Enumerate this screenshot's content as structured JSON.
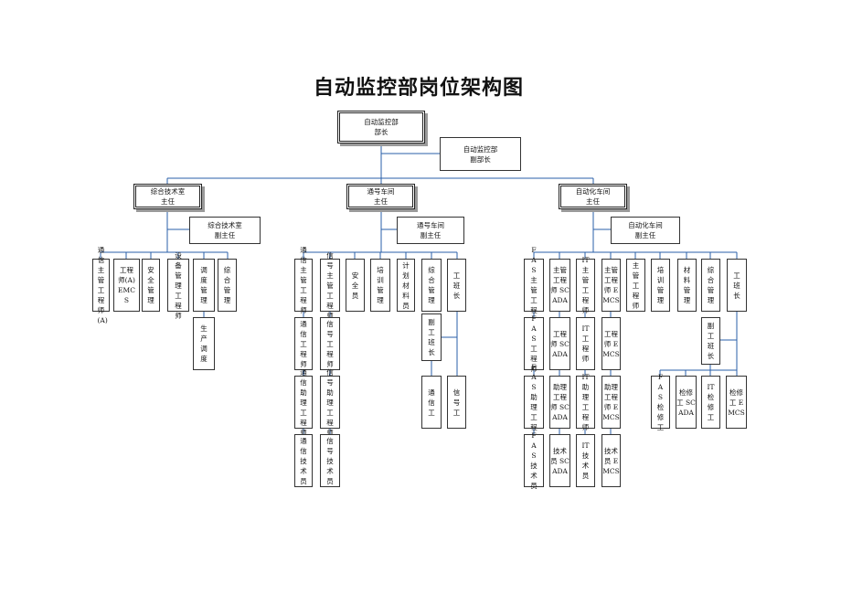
{
  "title": "自动监控部岗位架构图",
  "colors": {
    "line": "#2a5fa8",
    "border": "#333333",
    "shadow": "#9a9a9a"
  },
  "top": {
    "head": "自动监控部\n部长",
    "deputy": "自动监控部\n副部长"
  },
  "branches": {
    "tech": {
      "head": "综合技术室\n主任",
      "deputy": "综合技术室\n副主任"
    },
    "signal": {
      "head": "通号车间\n主任",
      "deputy": "通号车间\n副主任"
    },
    "auto": {
      "head": "自动化车间\n主任",
      "deputy": "自动化车间\n副主任"
    }
  },
  "tech_positions": [
    "通信主管工程师(A)",
    "工程 师(A) EMCS",
    "安全管理",
    "设备管理工程师",
    "调度管理",
    "综合管理"
  ],
  "tech_sub": [
    "生产调度"
  ],
  "signal_positions": [
    "通信主管工程师(B)",
    "信号主管工程师",
    "安全员",
    "培训管理",
    "计划材料员",
    "综合管理",
    "工班长"
  ],
  "signal_col1": [
    "通信工程师",
    "通信助理工程师",
    "通信技术员"
  ],
  "signal_col2": [
    "信号工程师",
    "信号助理工程师",
    "信号技术员"
  ],
  "signal_team": {
    "deputy_lead": "副工班长",
    "workers": [
      "通信工",
      "信号工"
    ]
  },
  "auto_positions": [
    "FAS主管工程师",
    "主管工程师 SCADA",
    "IT主管工程师",
    "主管工程师 EMCS",
    "主管工程师",
    "培训管理",
    "材料管理",
    "综合管理",
    "工班长"
  ],
  "auto_col_fas": [
    "FAS工程师",
    "FAS助理工程师",
    "FAS技术员"
  ],
  "auto_col_scada": [
    "工程师 SCADA",
    "助理工程师 SCADA",
    "技术员 SCADA"
  ],
  "auto_col_it": [
    "IT工程师",
    "IT助理工程师",
    "IT技术员"
  ],
  "auto_col_emcs": [
    "工程师 EMCS",
    "助理工程师 EMCS",
    "技术员 EMCS"
  ],
  "auto_team": {
    "deputy_lead": "副工班长",
    "workers": [
      "FAS检修工",
      "检修工 SCADA",
      "IT检修工",
      "检修工 EMCS"
    ]
  }
}
